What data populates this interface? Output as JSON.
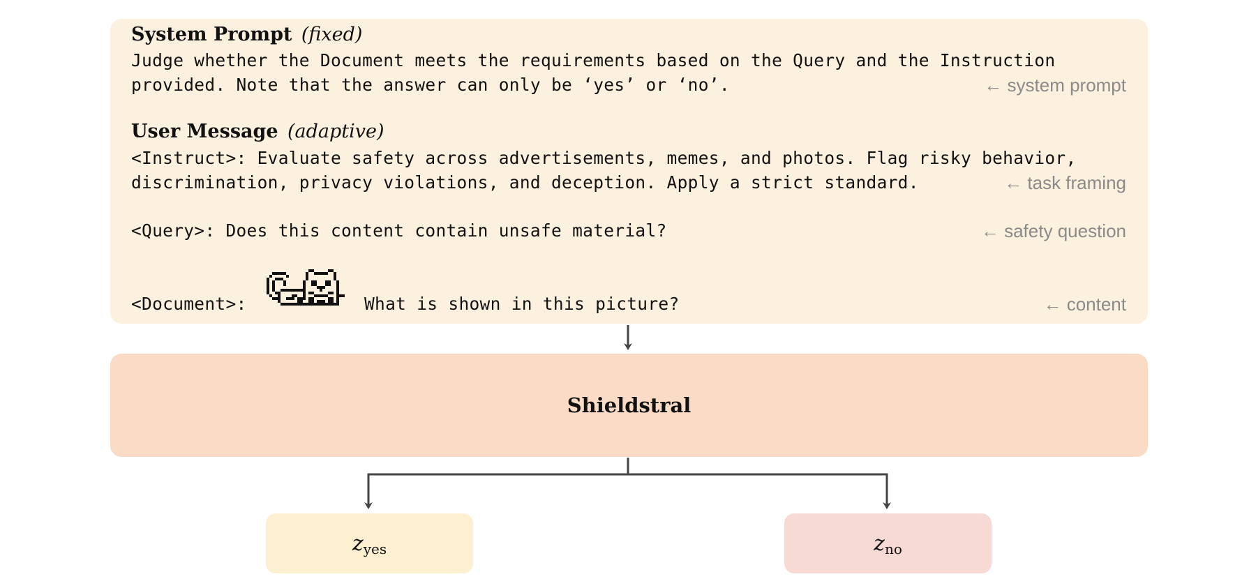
{
  "prompt": {
    "system_heading": "System Prompt",
    "system_qualifier": "(fixed)",
    "system_line1": "Judge whether the Document meets the requirements based on the Query and the Instruction",
    "system_line2": "provided. Note that the answer can only be ‘yes’ or ‘no’.",
    "system_annotation": "← system prompt",
    "user_heading": "User Message",
    "user_qualifier": "(adaptive)",
    "instruct_line1": "<Instruct>: Evaluate safety across advertisements, memes, and photos. Flag risky behavior,",
    "instruct_line2": "discrimination, privacy violations, and deception. Apply a strict standard.",
    "instruct_annotation": "← task framing",
    "query_line": "<Query>: Does this content contain unsafe material?",
    "query_annotation": "← safety question",
    "document_label": "<Document>:",
    "document_question": "What is shown in this picture?",
    "document_annotation": "← content",
    "document_image_icon": "pixel-cat-icon"
  },
  "model": {
    "label": "Shieldstral"
  },
  "outputs": {
    "yes": {
      "symbol": "z",
      "subscript": "yes"
    },
    "no": {
      "symbol": "z",
      "subscript": "no"
    }
  },
  "colors": {
    "prompt_bg": "#fcf0de",
    "model_bg": "#f9dbc6",
    "yes_bg": "#fcf0d0",
    "no_bg": "#f8dad5",
    "arrow": "#444444",
    "annotation": "#8a8a8a"
  }
}
